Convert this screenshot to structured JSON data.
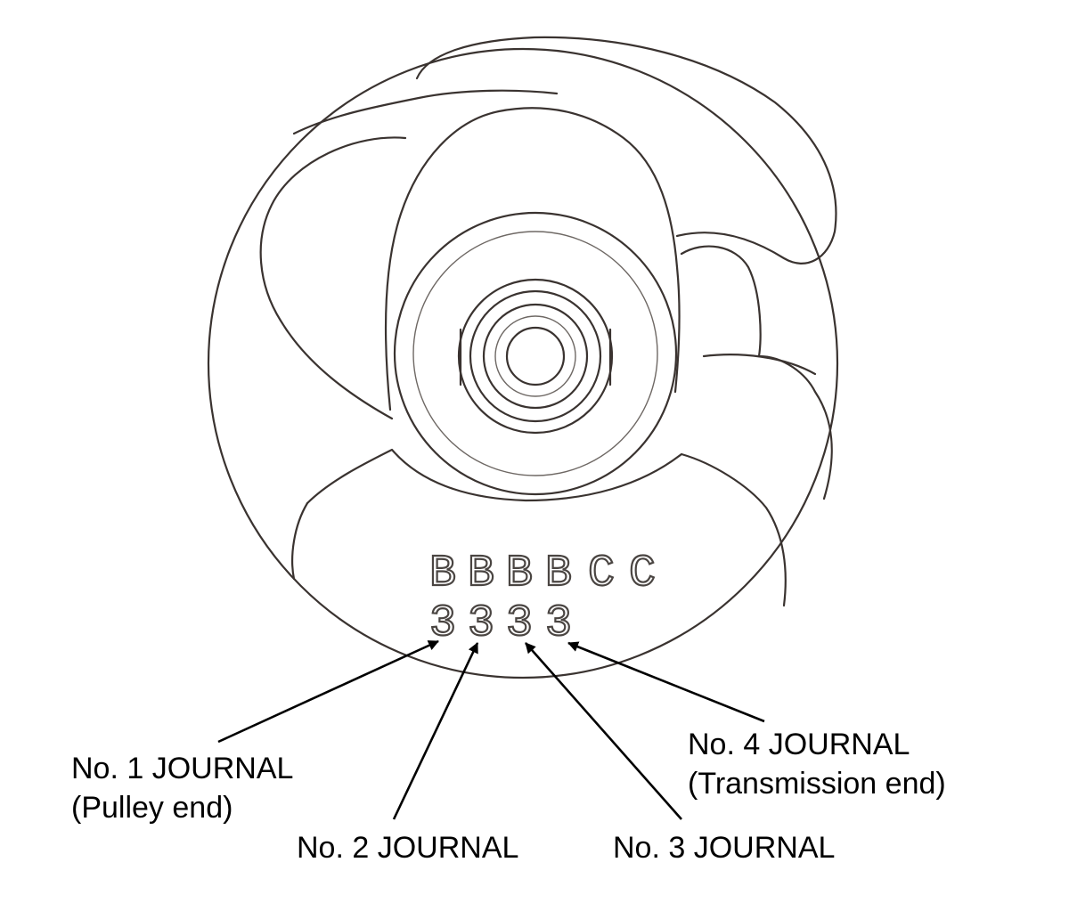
{
  "crank_codes": {
    "letters": [
      "B",
      "B",
      "B",
      "B",
      "C",
      "C"
    ],
    "digits": [
      "3",
      "3",
      "3",
      "3"
    ]
  },
  "labels": {
    "journal_1": {
      "line1": "No. 1 JOURNAL",
      "line2": "(Pulley end)"
    },
    "journal_2": {
      "line1": "No. 2 JOURNAL"
    },
    "journal_3": {
      "line1": "No. 3 JOURNAL"
    },
    "journal_4": {
      "line1": "No. 4 JOURNAL",
      "line2": "(Transmission end)"
    }
  }
}
